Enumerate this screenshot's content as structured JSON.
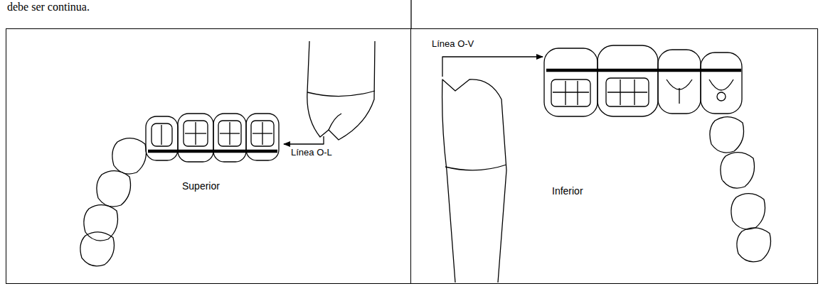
{
  "diagram": {
    "nodes": [
      {
        "text": [
          "Línea O-L",
          "Superior"
        ]
      },
      {
        "text": [
          "Línea O-V",
          "Inferior"
        ]
      }
    ],
    "labels": [
      "debe ser continua."
    ]
  }
}
